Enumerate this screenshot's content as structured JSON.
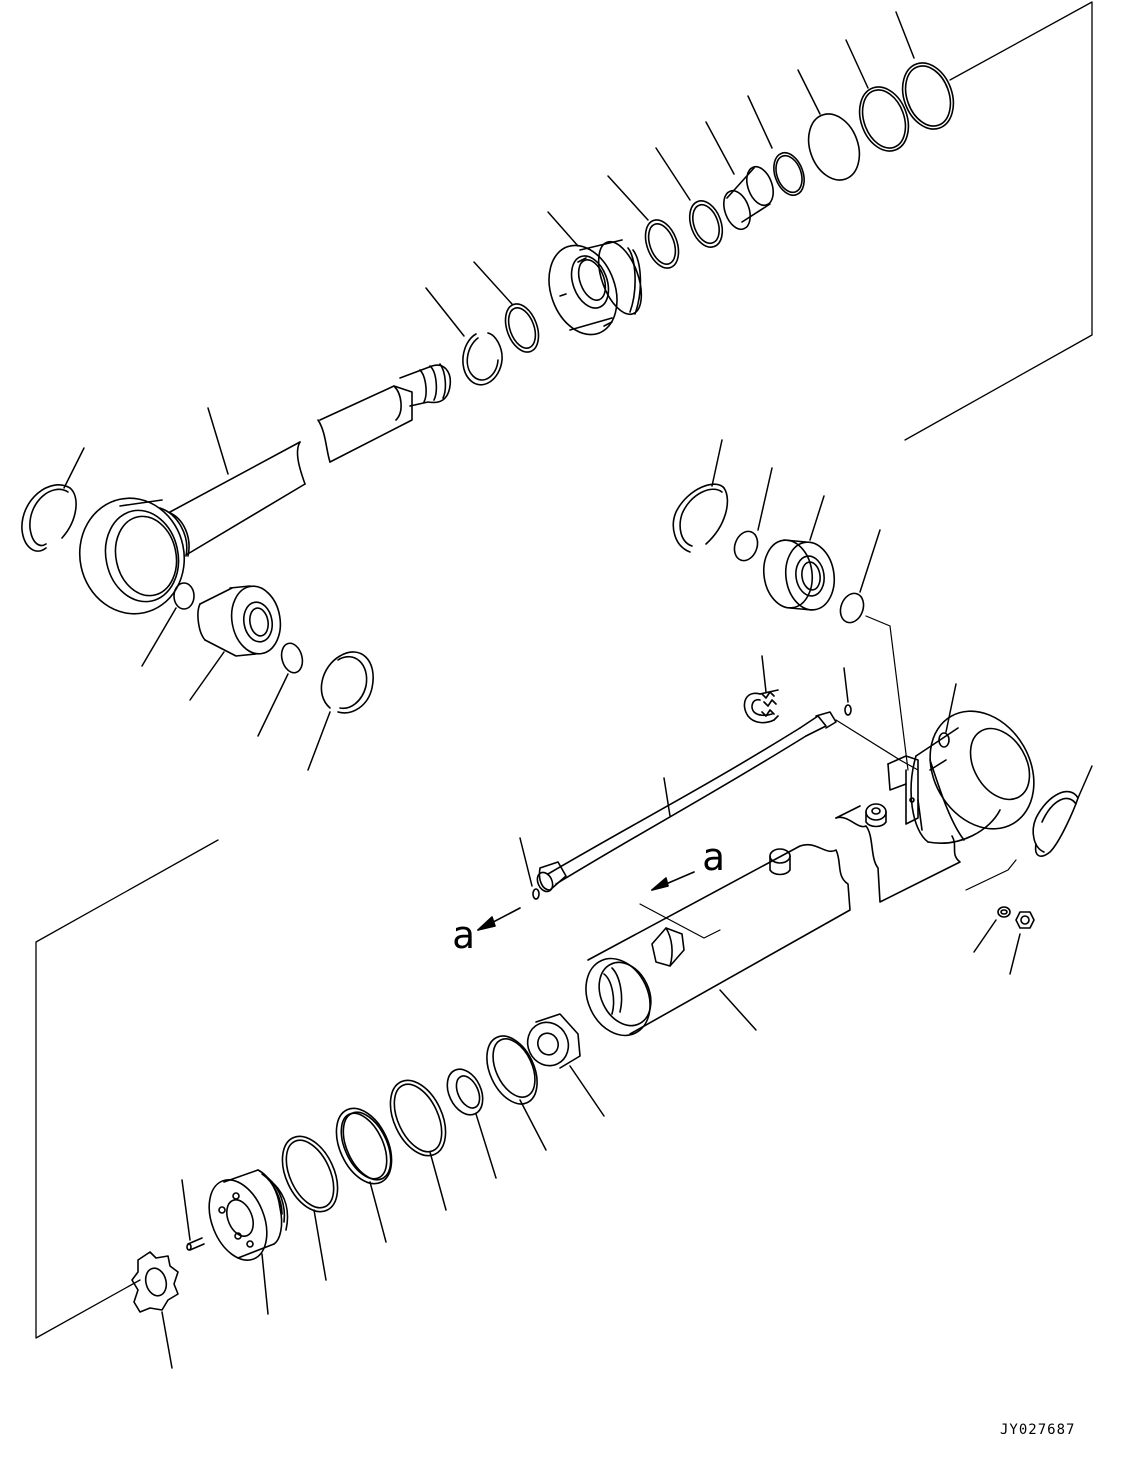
{
  "callouts": {
    "view_a_upper": "a",
    "view_a_lower": "a"
  },
  "drawing_number": "JY027687",
  "colors": {
    "line": "#000000",
    "background": "#ffffff"
  }
}
